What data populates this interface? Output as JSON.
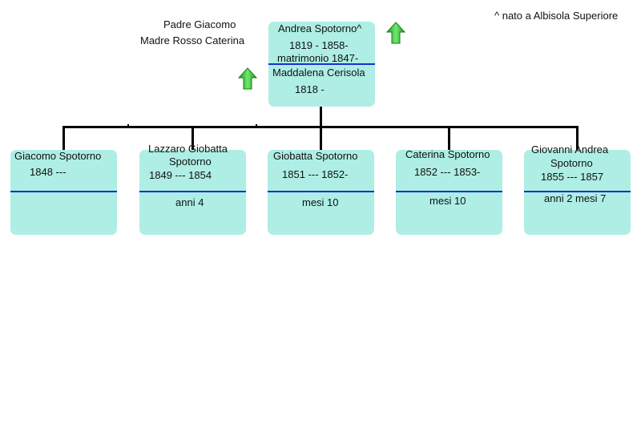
{
  "note": "^ nato a Albisola Superiore",
  "parents": {
    "father": "Padre Giacomo",
    "mother": "Madre Rosso Caterina"
  },
  "root": {
    "name": "Andrea Spotorno^",
    "years": "1819 - 1858-",
    "marriage": "matrimonio 1847-",
    "spouse": "Maddalena Cerisola",
    "spouse_years": "1818 -"
  },
  "children": [
    {
      "name": "Giacomo Spotorno",
      "years": "1848 ---",
      "age": ""
    },
    {
      "name": "Lazzaro Giobatta Spotorno",
      "name_line1": "Lazzaro Giobatta",
      "name_line2": "Spotorno",
      "years": "1849 --- 1854",
      "age": "anni 4"
    },
    {
      "name": "Giobatta Spotorno",
      "years": "1851 --- 1852-",
      "age": "mesi 10"
    },
    {
      "name": "Caterina Spotorno",
      "years": "1852 --- 1853-",
      "age": "mesi 10"
    },
    {
      "name": "Giovanni Andrea Spotorno",
      "name_line1": "Giovanni Andrea",
      "name_line2": "Spotorno",
      "years": "1855 --- 1857",
      "age": "anni 2 mesi 7"
    }
  ],
  "icons": {
    "up_arrow": "green-up-arrow-icon",
    "arrow_color": "#33cc33"
  }
}
